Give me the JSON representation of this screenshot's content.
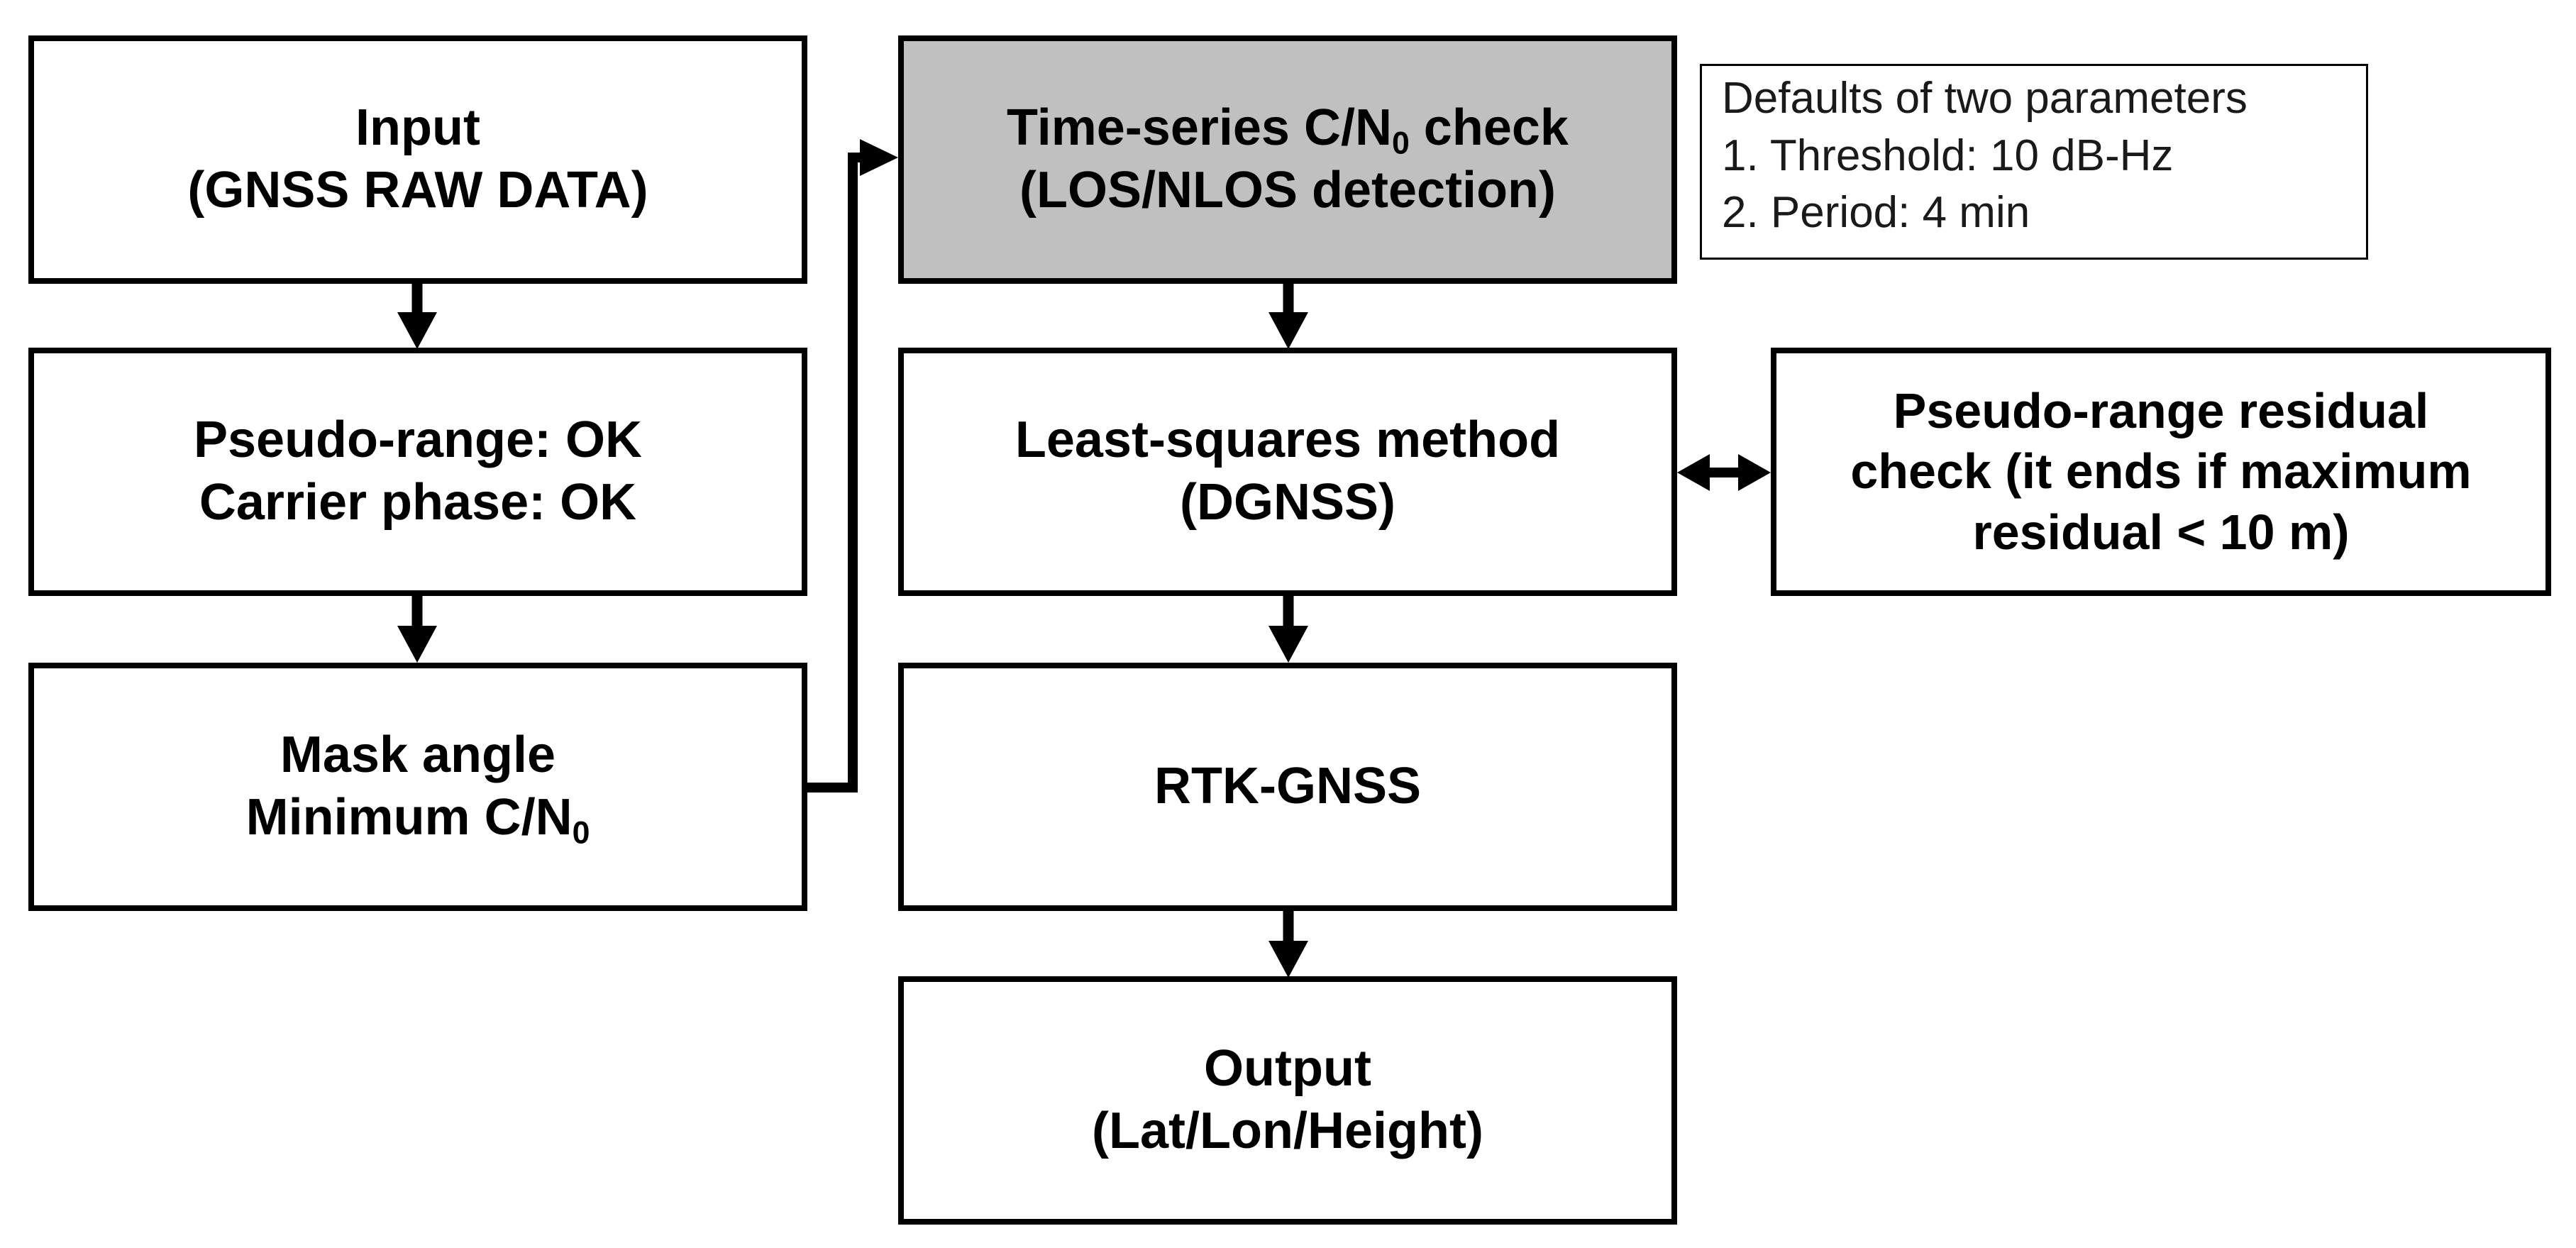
{
  "nodes": {
    "input": {
      "lines": [
        "Input",
        "(GNSS RAW DATA)"
      ]
    },
    "pseudo_range_ok": {
      "lines": [
        "Pseudo-range: OK",
        "Carrier phase: OK"
      ]
    },
    "mask_angle": {
      "line1": "Mask angle",
      "line2_prefix": "Minimum C/N",
      "line2_sub": "0"
    },
    "time_series_check": {
      "line1_prefix": "Time-series C/N",
      "line1_sub": "0",
      "line1_suffix": " check",
      "line2": "(LOS/NLOS detection)"
    },
    "least_squares": {
      "lines": [
        "Least-squares method",
        "(DGNSS)"
      ]
    },
    "residual_check": {
      "lines": [
        "Pseudo-range residual",
        "check (it ends if maximum",
        "residual < 10 m)"
      ]
    },
    "rtk_gnss": {
      "lines": [
        "RTK-GNSS"
      ]
    },
    "output": {
      "lines": [
        "Output",
        "(Lat/Lon/Height)"
      ]
    }
  },
  "defaults_note": {
    "lines": [
      "Defaults of two parameters",
      "1. Threshold: 10 dB-Hz",
      "2. Period: 4 min"
    ]
  },
  "colors": {
    "border": "#000000",
    "shaded_fill": "#c0c0c0",
    "fill": "#ffffff"
  }
}
